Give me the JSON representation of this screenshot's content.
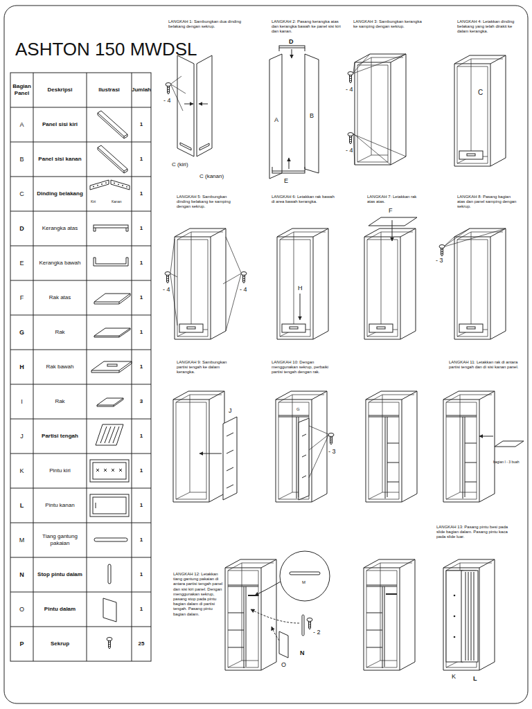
{
  "diagram": {
    "title": "ASHTON 150 MWDSL",
    "labels": [
      "Bagian Panel",
      "Deskripsi",
      "Ilustrasi",
      "Jumlah",
      "A",
      "Panel sisi kiri",
      "1",
      "B",
      "Panel sisi kanan",
      "1",
      "C",
      "Dinding belakang",
      "1",
      "D",
      "Kerangka atas",
      "1",
      "E",
      "Kerangka bawah",
      "1",
      "F",
      "Rak atas",
      "1",
      "G",
      "Rak",
      "1",
      "H",
      "Rak bawah",
      "1",
      "I",
      "Rak",
      "3",
      "J",
      "Partisi tengah",
      "1",
      "K",
      "Pintu kiri",
      "1",
      "L",
      "Pintu kanan",
      "1",
      "M",
      "Tiang gantung pakaian",
      "1",
      "N",
      "Stop pintu dalam",
      "1",
      "O",
      "Pintu dalam",
      "1",
      "P",
      "Sekrup",
      "25",
      "Kiri",
      "Kanan",
      "LANGKAH 1: Sambungkan dua dinding belakang dengan sekrup.",
      "LANGKAH 2: Pasang kerangka atas dan kerangka bawah ke panel sisi kiri dan kanan.",
      "LANGKAH 3: Sambungkan kerangka ke samping dengan sekrup.",
      "LANGKAH 4: Letakkan dinding belakang yang telah dirakit ke dalam kerangka.",
      "LANGKAH 5: Sambungkan dinding belakang ke samping dengan sekrup.",
      "LANGKAH 6: Letakkan rak bawah di area bawah kerangka.",
      "LANGKAH 7: Letakkan rak atas atas.",
      "LANGKAH 8: Pasang bagian atas dan panel samping dengan sekrup.",
      "LANGKAH 9: Sambungkan partisi tengah ke dalam kerangka.",
      "LANGKAH 10: Dengan menggunakan sekrup, perbaiki partisi tengah dengan rak.",
      "LANGKAH 11: Letakkan rak di antara partisi tengah dan di sisi kanan panel.",
      "LANGKAH 12: Letakkan tiang gantung pakaian di antara partisi tengah panel dan sisi kiri panel. Dengan menggunakan sekrup, pasang stop pada pintu bagian dalam di partisi tengah. Pasang pintu bagian dalam.",
      "LANGKAH 13: Pasang pintu besi pada slide bagian dalam. Pasang pintu kaca pada slide luar.",
      "- 4",
      "C (kiri)",
      "C (kanan)",
      "D",
      "A",
      "B",
      "E",
      "- 4",
      "- 4",
      "C",
      "- 4",
      "- 4",
      "H",
      "F",
      "- 3",
      "J",
      "G",
      "- 3",
      "bagian I - 3 buah",
      "M",
      "- 2",
      "N",
      "O",
      "K",
      "L"
    ]
  }
}
